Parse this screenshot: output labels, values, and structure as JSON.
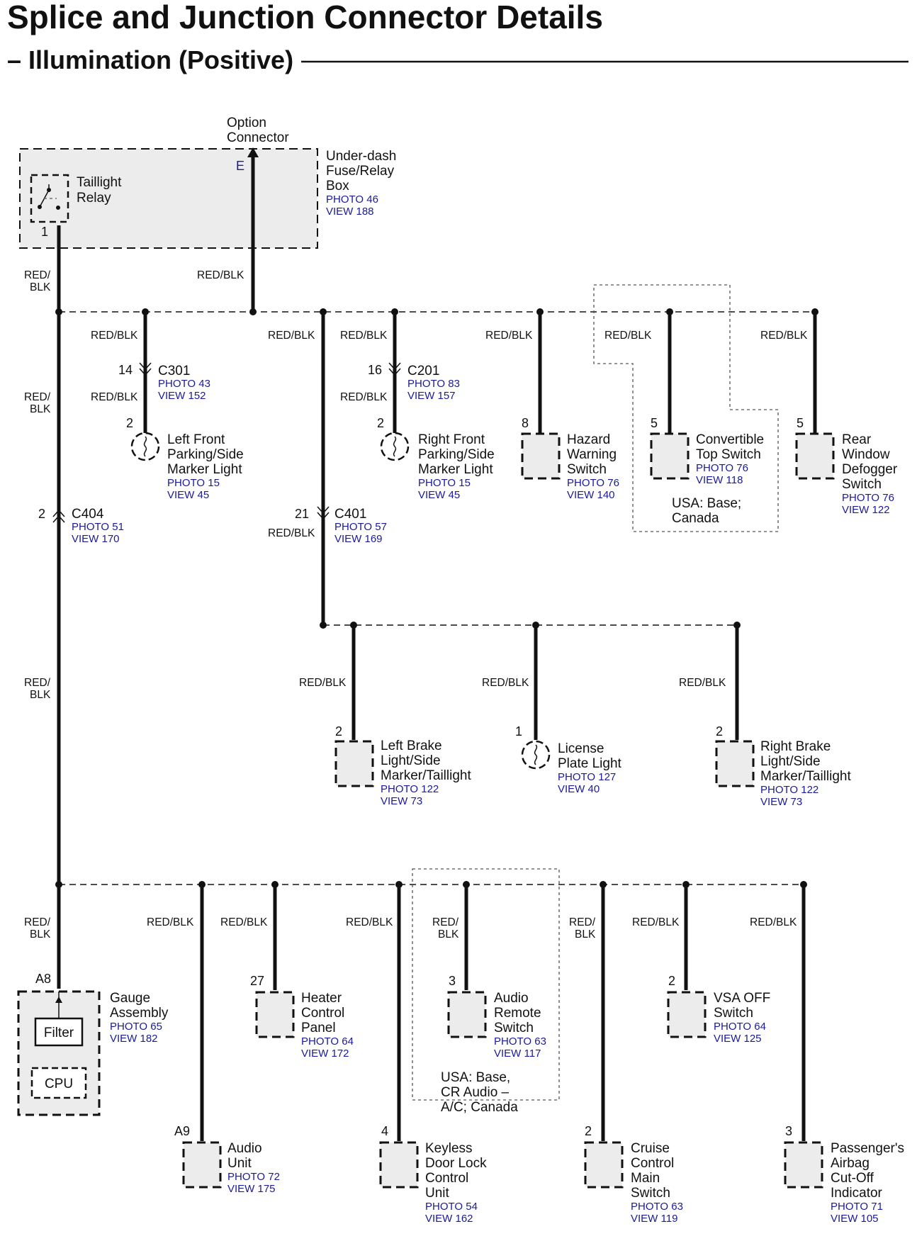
{
  "title": "Splice and Junction Connector Details",
  "subtitle": "– Illumination (Positive)",
  "fuse_box": {
    "label": [
      "Under-dash",
      "Fuse/Relay",
      "Box"
    ],
    "photo": "PHOTO 46",
    "view": "VIEW 188",
    "pin_E": "E",
    "pin_1": "1"
  },
  "taillight_relay": {
    "label": [
      "Taillight",
      "Relay"
    ]
  },
  "option_connector": {
    "label": [
      "Option",
      "Connector"
    ]
  },
  "wire_color": "RED/BLK",
  "wire_color_split": [
    "RED/",
    "BLK"
  ],
  "connectors": {
    "c301": {
      "name": "C301",
      "pin_in": "14",
      "pin_out": "2",
      "photo": "PHOTO 43",
      "view": "VIEW 152"
    },
    "c201": {
      "name": "C201",
      "pin_in": "16",
      "pin_out": "2",
      "photo": "PHOTO 83",
      "view": "VIEW 157"
    },
    "c404": {
      "name": "C404",
      "pin": "2",
      "photo": "PHOTO 51",
      "view": "VIEW 170"
    },
    "c401": {
      "name": "C401",
      "pin": "21",
      "photo": "PHOTO 57",
      "view": "VIEW 169"
    }
  },
  "components": {
    "left_front": {
      "label": [
        "Left Front",
        "Parking/Side",
        "Marker Light"
      ],
      "photo": "PHOTO 15",
      "view": "VIEW 45"
    },
    "right_front": {
      "label": [
        "Right Front",
        "Parking/Side",
        "Marker Light"
      ],
      "photo": "PHOTO 15",
      "view": "VIEW 45"
    },
    "hazard": {
      "pin": "8",
      "label": [
        "Hazard",
        "Warning",
        "Switch"
      ],
      "photo": "PHOTO 76",
      "view": "VIEW 140"
    },
    "convertible": {
      "pin": "5",
      "label": [
        "Convertible",
        "Top Switch"
      ],
      "photo": "PHOTO 76",
      "view": "VIEW 118",
      "note": [
        "USA: Base;",
        "Canada"
      ]
    },
    "rear_defogger": {
      "pin": "5",
      "label": [
        "Rear",
        "Window",
        "Defogger",
        "Switch"
      ],
      "photo": "PHOTO 76",
      "view": "VIEW 122"
    },
    "left_brake": {
      "pin": "2",
      "label": [
        "Left Brake",
        "Light/Side",
        "Marker/Taillight"
      ],
      "photo": "PHOTO 122",
      "view": "VIEW 73"
    },
    "license": {
      "pin": "1",
      "label": [
        "License",
        "Plate Light"
      ],
      "photo": "PHOTO 127",
      "view": "VIEW 40"
    },
    "right_brake": {
      "pin": "2",
      "label": [
        "Right Brake",
        "Light/Side",
        "Marker/Taillight"
      ],
      "photo": "PHOTO 122",
      "view": "VIEW 73"
    },
    "gauge": {
      "pin": "A8",
      "label": [
        "Gauge",
        "Assembly"
      ],
      "photo": "PHOTO 65",
      "view": "VIEW 182",
      "filter": "Filter",
      "cpu": "CPU"
    },
    "audio_unit": {
      "pin": "A9",
      "label": [
        "Audio",
        "Unit"
      ],
      "photo": "PHOTO 72",
      "view": "VIEW 175"
    },
    "heater": {
      "pin": "27",
      "label": [
        "Heater",
        "Control",
        "Panel"
      ],
      "photo": "PHOTO 64",
      "view": "VIEW 172"
    },
    "keyless": {
      "pin": "4",
      "label": [
        "Keyless",
        "Door Lock",
        "Control",
        "Unit"
      ],
      "photo": "PHOTO 54",
      "view": "VIEW 162"
    },
    "audio_remote": {
      "pin": "3",
      "label": [
        "Audio",
        "Remote",
        "Switch"
      ],
      "photo": "PHOTO 63",
      "view": "VIEW 117",
      "note": [
        "USA: Base,",
        "CR Audio –",
        "A/C; Canada"
      ]
    },
    "cruise": {
      "pin": "2",
      "label": [
        "Cruise",
        "Control",
        "Main",
        "Switch"
      ],
      "photo": "PHOTO 63",
      "view": "VIEW 119"
    },
    "vsa": {
      "pin": "2",
      "label": [
        "VSA OFF",
        "Switch"
      ],
      "photo": "PHOTO 64",
      "view": "VIEW 125"
    },
    "airbag": {
      "pin": "3",
      "label": [
        "Passenger's",
        "Airbag",
        "Cut-Off",
        "Indicator"
      ],
      "photo": "PHOTO 71",
      "view": "VIEW 105"
    }
  }
}
